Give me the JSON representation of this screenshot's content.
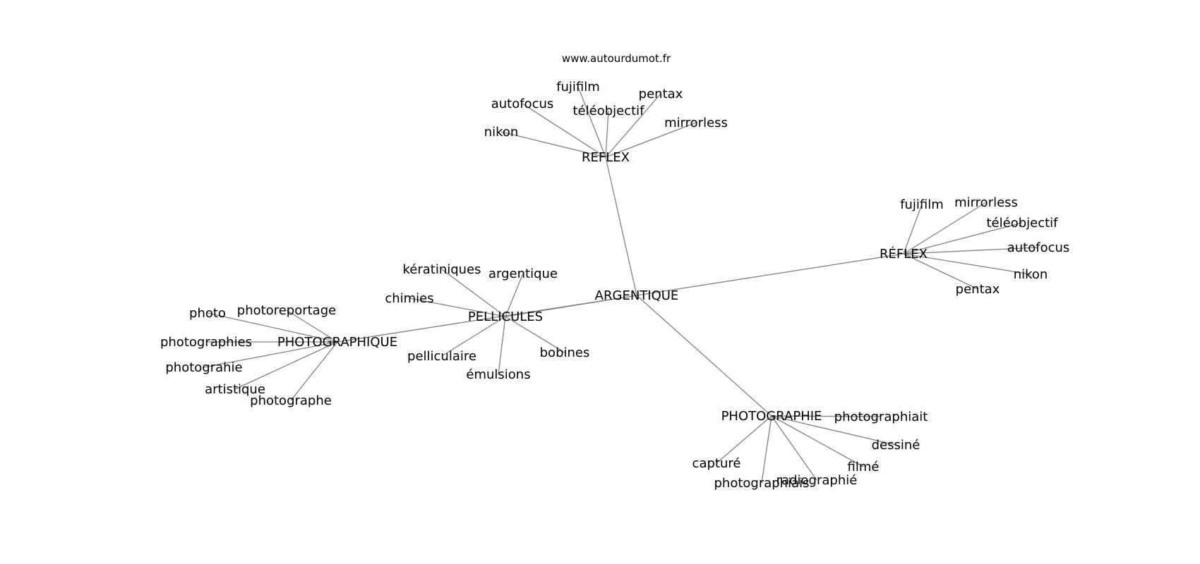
{
  "site": "www.autourdumot.fr",
  "center": "ARGENTIQUE",
  "hubs": [
    {
      "id": "reflex",
      "label": "REFLEX",
      "leaves": [
        "nikon",
        "autofocus",
        "fujifilm",
        "téléobjectif",
        "pentax",
        "mirrorless"
      ]
    },
    {
      "id": "reflex-accent",
      "label": "RÉFLEX",
      "leaves": [
        "fujifilm",
        "mirrorless",
        "téléobjectif",
        "autofocus",
        "nikon",
        "pentax"
      ]
    },
    {
      "id": "pellicules",
      "label": "PELLICULES",
      "leaves": [
        "kératiniques",
        "argentique",
        "chimies",
        "pelliculaire",
        "émulsions",
        "bobines"
      ]
    },
    {
      "id": "photographique",
      "label": "PHOTOGRAPHIQUE",
      "leaves": [
        "photo",
        "photoreportage",
        "photographies",
        "photograhie",
        "artistique",
        "photographe"
      ]
    },
    {
      "id": "photographie",
      "label": "PHOTOGRAPHIE",
      "leaves": [
        "photographiait",
        "dessiné",
        "filmé",
        "radiographié",
        "photographiais",
        "capturé"
      ]
    }
  ]
}
